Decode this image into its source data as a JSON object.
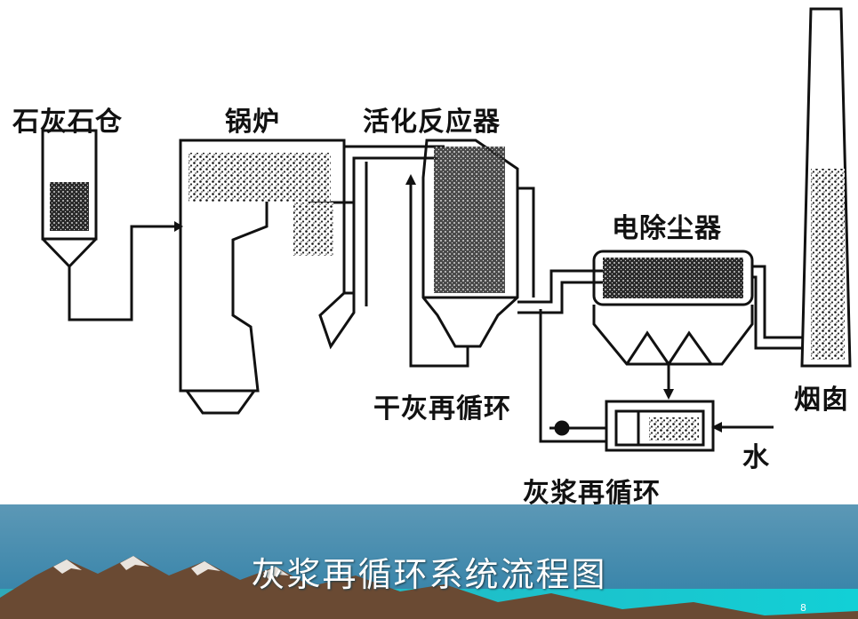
{
  "diagram": {
    "labels": {
      "limestone_silo": "石灰石仓",
      "boiler": "锅炉",
      "activation_reactor": "活化反应器",
      "esp": "电除尘器",
      "chimney": "烟囱",
      "dry_ash_recirculation": "干灰再循环",
      "water": "水",
      "slurry_recirculation": "灰浆再循环"
    }
  },
  "footer": {
    "title": "灰浆再循环系统流程图",
    "page_number": "8"
  },
  "colors": {
    "line": "#111111",
    "footer_top": "#4f8fb0",
    "footer_bottom": "#17b7c4",
    "mountain": "#6a4a33",
    "snow": "#e9e4de"
  }
}
